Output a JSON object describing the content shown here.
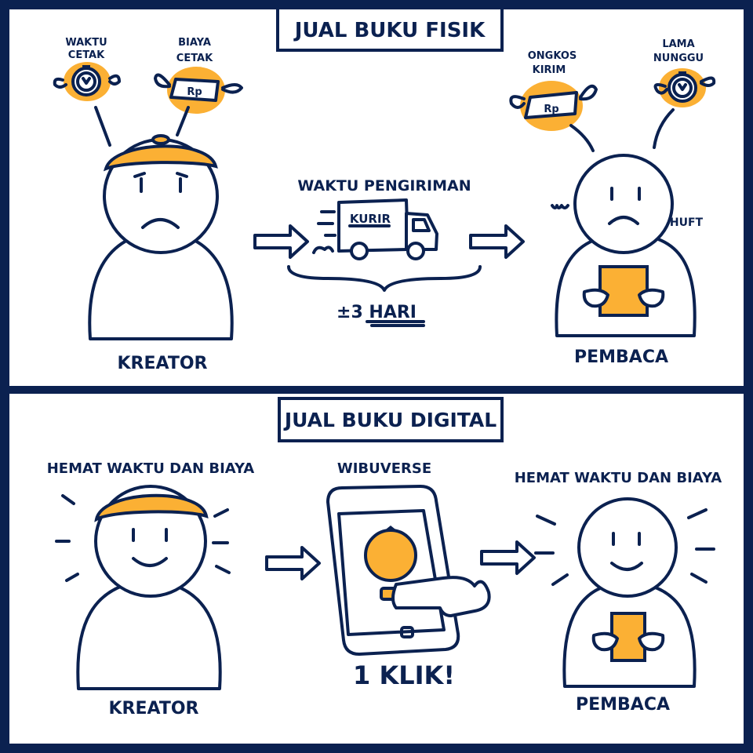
{
  "colors": {
    "navy": "#0b2150",
    "orange": "#fbb034",
    "white": "#ffffff"
  },
  "physical": {
    "title": "JUAL BUKU FISIK",
    "creator_costs": [
      {
        "label_line1": "WAKTU",
        "label_line2": "CETAK",
        "icon": "stopwatch-icon"
      },
      {
        "label_line1": "BIAYA",
        "label_line2": "CETAK",
        "icon": "money-icon",
        "money_text": "Rp"
      }
    ],
    "reader_costs": [
      {
        "label_line1": "ONGKOS",
        "label_line2": "KIRIM",
        "icon": "money-icon",
        "money_text": "Rp"
      },
      {
        "label_line1": "LAMA",
        "label_line2": "NUNGGU",
        "icon": "stopwatch-icon"
      }
    ],
    "shipping_label": "WAKTU PENGIRIMAN",
    "truck_label": "KURIR",
    "duration": "±3 HARI",
    "sigh": "HUFT",
    "creator_label": "KREATOR",
    "reader_label": "PEMBACA"
  },
  "digital": {
    "title": "JUAL BUKU DIGITAL",
    "creator_caption": "HEMAT WAKTU DAN BIAYA",
    "platform": "WIBUVERSE",
    "reader_caption": "HEMAT WAKTU DAN BIAYA",
    "click_label": "1 KLIK!",
    "creator_label": "KREATOR",
    "reader_label": "PEMBACA"
  }
}
